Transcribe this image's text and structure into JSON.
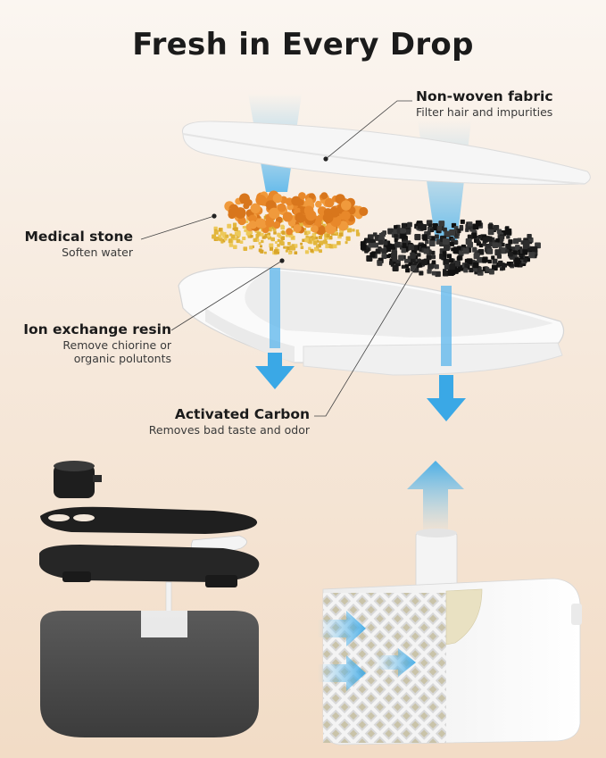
{
  "title": "Fresh in Every Drop",
  "labels": {
    "nonwoven": {
      "heading": "Non-woven fabric",
      "sub": "Filter hair and impurities"
    },
    "medical": {
      "heading": "Medical stone",
      "sub": "Soften water"
    },
    "resin": {
      "heading": "Ion exchange resin",
      "sub_line1": "Remove chiorine or",
      "sub_line2": "organic polutonts"
    },
    "carbon": {
      "heading": "Activated Carbon",
      "sub": "Removes bad taste and odor"
    }
  },
  "colors": {
    "accent_blue": "#3aa8e6",
    "stone_orange": "#e8882a",
    "stone_yellow": "#e2b63c",
    "carbon_black": "#1c1c1c",
    "tank_gray": "#4a4a4a"
  }
}
